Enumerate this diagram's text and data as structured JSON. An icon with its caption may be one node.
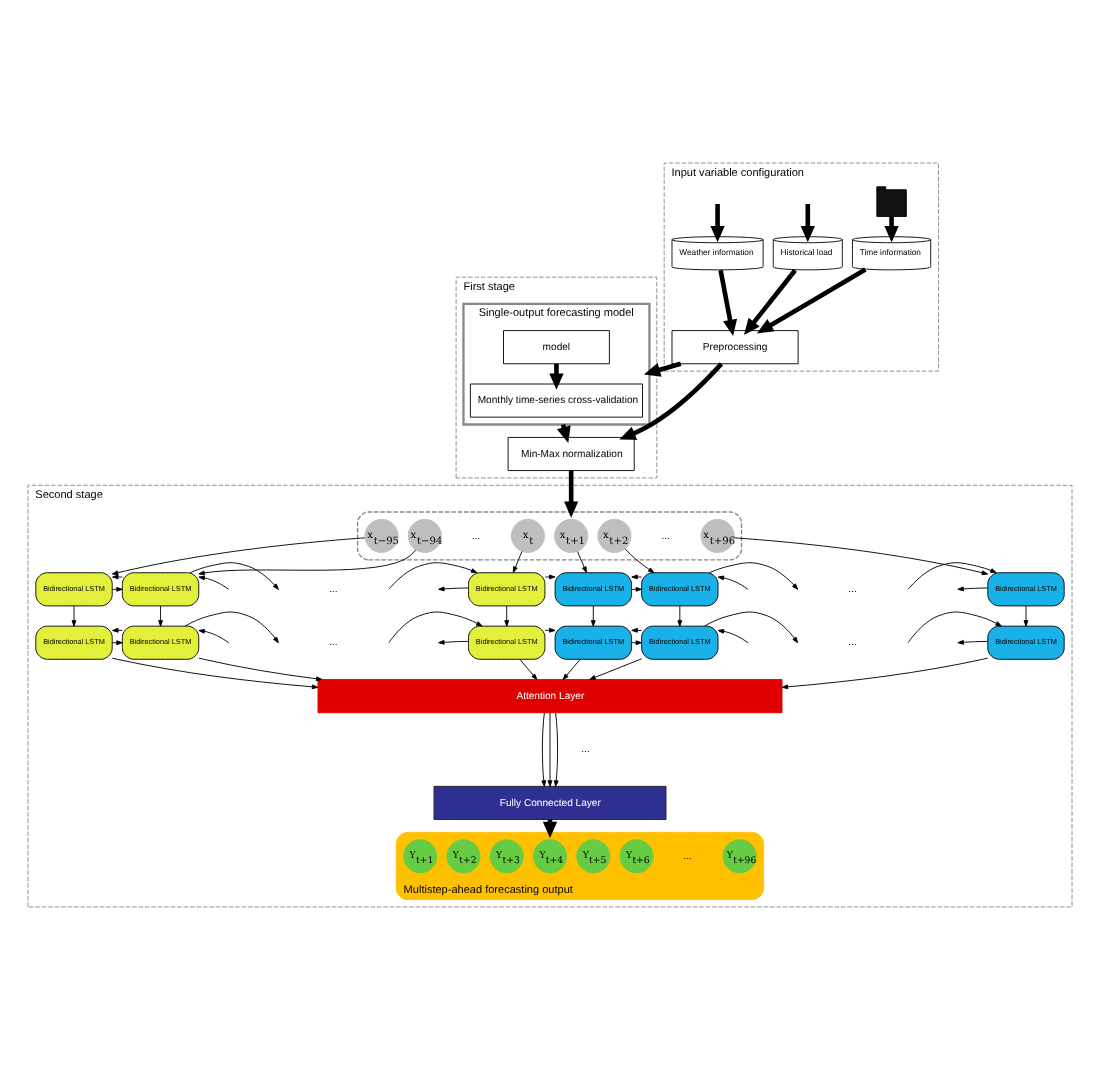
{
  "diagram": {
    "nodes": [
      {
        "text": [
          "Input variable configuration"
        ]
      },
      {
        "text": [],
        "shape": "picture",
        "in": 0
      },
      {
        "text": [
          "Weather information"
        ],
        "in": 0
      },
      {
        "text": [
          "Historical load"
        ],
        "in": 0
      },
      {
        "text": [
          "Time information"
        ],
        "in": 0
      },
      {
        "text": [
          "Preprocessing"
        ],
        "in": 0
      },
      {
        "text": [
          "First stage"
        ]
      },
      {
        "text": [
          "Single-output forecasting model"
        ],
        "in": 6
      },
      {
        "text": [
          "model"
        ],
        "in": 7
      },
      {
        "text": [
          "Monthly time-series cross-validation"
        ],
        "in": 7
      },
      {
        "text": [
          "Min-Max normalization"
        ],
        "in": 6
      },
      {
        "text": [
          "Second stage"
        ]
      },
      {
        "text": [],
        "shape": "box",
        "in": 11
      },
      {
        "text": [
          "x$_{t−95}$"
        ],
        "in": 12
      },
      {
        "text": [
          "x$_{t−94}$"
        ],
        "in": 12
      },
      {
        "text": [
          "x$_{t}$"
        ],
        "in": 12
      },
      {
        "text": [
          "x$_{t+1}$"
        ],
        "in": 12
      },
      {
        "text": [
          "x$_{t+2}$"
        ],
        "in": 12
      },
      {
        "text": [
          "x$_{t+96}$"
        ],
        "in": 12
      },
      {
        "text": [
          "Bidirectional LSTM"
        ],
        "in": 11
      },
      {
        "text": [
          "Bidirectional LSTM"
        ],
        "in": 11
      },
      {
        "text": [
          "Bidirectional LSTM"
        ],
        "in": 11
      },
      {
        "text": [
          "Bidirectional LSTM"
        ],
        "in": 11
      },
      {
        "text": [
          "Bidirectional LSTM"
        ],
        "in": 11
      },
      {
        "text": [
          "Bidirectional LSTM"
        ],
        "in": 11
      },
      {
        "text": [
          "Bidirectional LSTM"
        ],
        "in": 11
      },
      {
        "text": [
          "Bidirectional LSTM"
        ],
        "in": 11
      },
      {
        "text": [
          "Bidirectional LSTM"
        ],
        "in": 11
      },
      {
        "text": [
          "Bidirectional LSTM"
        ],
        "in": 11
      },
      {
        "text": [
          "Bidirectional LSTM"
        ],
        "in": 11
      },
      {
        "text": [
          "Bidirectional LSTM"
        ],
        "in": 11
      },
      {
        "text": [
          "Attention Layer"
        ],
        "in": 11
      },
      {
        "text": [
          "Fully Connected Layer"
        ],
        "in": 11
      },
      {
        "text": [],
        "shape": "box",
        "in": 11,
        "beside": [
          "Multistep-ahead forecasting output"
        ]
      },
      {
        "text": [
          "Y$_{t+1}$"
        ],
        "in": 33
      },
      {
        "text": [
          "Y$_{t+2}$"
        ],
        "in": 33
      },
      {
        "text": [
          "Y$_{t+3}$"
        ],
        "in": 33
      },
      {
        "text": [
          "Y$_{t+4}$"
        ],
        "in": 33
      },
      {
        "text": [
          "Y$_{t+5}$"
        ],
        "in": 33
      },
      {
        "text": [
          "Y$_{t+6}$"
        ],
        "in": 33
      },
      {
        "text": [
          "Y$_{t+96}$"
        ],
        "in": 33
      }
    ],
    "edges": [
      {
        "from": null,
        "to": 2,
        "arrow": "to",
        "style": "thick"
      },
      {
        "from": null,
        "to": 3,
        "arrow": "to",
        "style": "thick"
      },
      {
        "from": 1,
        "to": 4,
        "arrow": "to",
        "style": "thick"
      },
      {
        "from": 2,
        "to": 5,
        "arrow": "to",
        "style": "thick"
      },
      {
        "from": 3,
        "to": 5,
        "arrow": "to",
        "style": "thick"
      },
      {
        "from": 4,
        "to": 5,
        "arrow": "to",
        "style": "thick"
      },
      {
        "from": 5,
        "to": 7,
        "arrow": "to",
        "style": "thick"
      },
      {
        "from": 5,
        "to": 10,
        "arrow": "to",
        "style": "thick"
      },
      {
        "from": 8,
        "to": 9,
        "arrow": "to",
        "style": "thick"
      },
      {
        "from": 7,
        "to": 10,
        "arrow": "to",
        "style": "thick"
      },
      {
        "from": 10,
        "to": 12,
        "arrow": "to",
        "style": "thick"
      },
      {
        "from": 13,
        "to": 19,
        "arrow": "to"
      },
      {
        "from": 14,
        "to": 20,
        "arrow": "to"
      },
      {
        "from": 15,
        "to": 21,
        "arrow": "to"
      },
      {
        "from": 16,
        "to": 22,
        "arrow": "to"
      },
      {
        "from": 17,
        "to": 23,
        "arrow": "to"
      },
      {
        "from": 18,
        "to": 24,
        "arrow": "to"
      },
      {
        "from": 19,
        "to": 20,
        "arrow": "to"
      },
      {
        "from": 20,
        "to": 19,
        "arrow": "to"
      },
      {
        "from": 20,
        "to": null,
        "arrow": "to"
      },
      {
        "from": null,
        "to": 20,
        "arrow": "to"
      },
      {
        "from": null,
        "to": 21,
        "arrow": "to"
      },
      {
        "from": 21,
        "to": null,
        "arrow": "to"
      },
      {
        "from": 21,
        "to": 22,
        "arrow": "to"
      },
      {
        "from": 22,
        "to": 23,
        "arrow": "to"
      },
      {
        "from": 23,
        "to": 22,
        "arrow": "to"
      },
      {
        "from": 23,
        "to": null,
        "arrow": "to"
      },
      {
        "from": null,
        "to": 23,
        "arrow": "to"
      },
      {
        "from": null,
        "to": 24,
        "arrow": "to"
      },
      {
        "from": 24,
        "to": null,
        "arrow": "to"
      },
      {
        "from": 19,
        "to": 25,
        "arrow": "to"
      },
      {
        "from": 20,
        "to": 26,
        "arrow": "to"
      },
      {
        "from": 21,
        "to": 27,
        "arrow": "to"
      },
      {
        "from": 22,
        "to": 28,
        "arrow": "to"
      },
      {
        "from": 23,
        "to": 29,
        "arrow": "to"
      },
      {
        "from": 24,
        "to": 30,
        "arrow": "to"
      },
      {
        "from": 25,
        "to": 26,
        "arrow": "to"
      },
      {
        "from": 26,
        "to": 25,
        "arrow": "to"
      },
      {
        "from": 26,
        "to": null,
        "arrow": "to"
      },
      {
        "from": null,
        "to": 26,
        "arrow": "to"
      },
      {
        "from": null,
        "to": 27,
        "arrow": "to"
      },
      {
        "from": 27,
        "to": null,
        "arrow": "to"
      },
      {
        "from": 27,
        "to": 28,
        "arrow": "to"
      },
      {
        "from": 28,
        "to": 29,
        "arrow": "to"
      },
      {
        "from": 29,
        "to": 28,
        "arrow": "to"
      },
      {
        "from": 29,
        "to": null,
        "arrow": "to"
      },
      {
        "from": null,
        "to": 29,
        "arrow": "to"
      },
      {
        "from": null,
        "to": 30,
        "arrow": "to"
      },
      {
        "from": 30,
        "to": null,
        "arrow": "to"
      },
      {
        "from": 25,
        "to": 31,
        "arrow": "to"
      },
      {
        "from": 26,
        "to": 31,
        "arrow": "to"
      },
      {
        "from": 27,
        "to": 31,
        "arrow": "to"
      },
      {
        "from": 28,
        "to": 31,
        "arrow": "to"
      },
      {
        "from": 29,
        "to": 31,
        "arrow": "to"
      },
      {
        "from": 30,
        "to": 31,
        "arrow": "to"
      },
      {
        "from": 31,
        "to": 32,
        "arrow": "to"
      },
      {
        "from": 31,
        "to": 32,
        "arrow": "to"
      },
      {
        "from": 31,
        "to": 32,
        "arrow": "to"
      },
      {
        "from": 32,
        "to": 33,
        "arrow": "to",
        "style": "thick"
      }
    ],
    "labels": [
      "...",
      "...",
      "...",
      "...",
      "...",
      "...",
      "...",
      "..."
    ]
  }
}
